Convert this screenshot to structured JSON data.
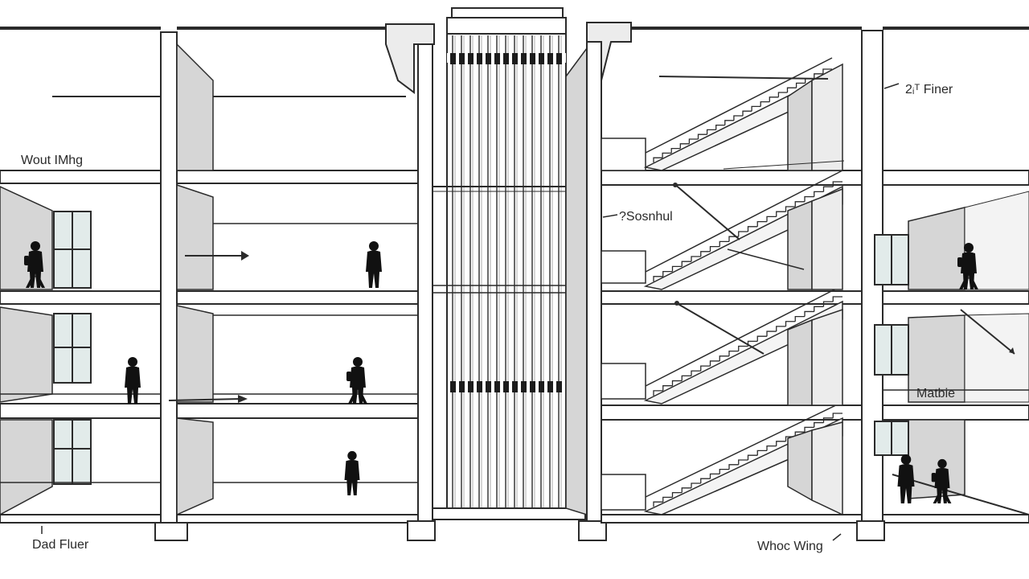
{
  "labels": {
    "top_left": "Wout IMhg",
    "top_right": "2ᵢᵀ Finer",
    "mid_stair": "?Sosnhul",
    "right_mid": "Matbie",
    "bottom_left": "Dad Fluer",
    "bottom_right": "Whoc Wing"
  },
  "colors": {
    "line": "#2b2b2b",
    "wall_shade": "#d6d6d6",
    "wall_light": "#ececec",
    "window": "#e2ebea",
    "figure": "#111111"
  }
}
